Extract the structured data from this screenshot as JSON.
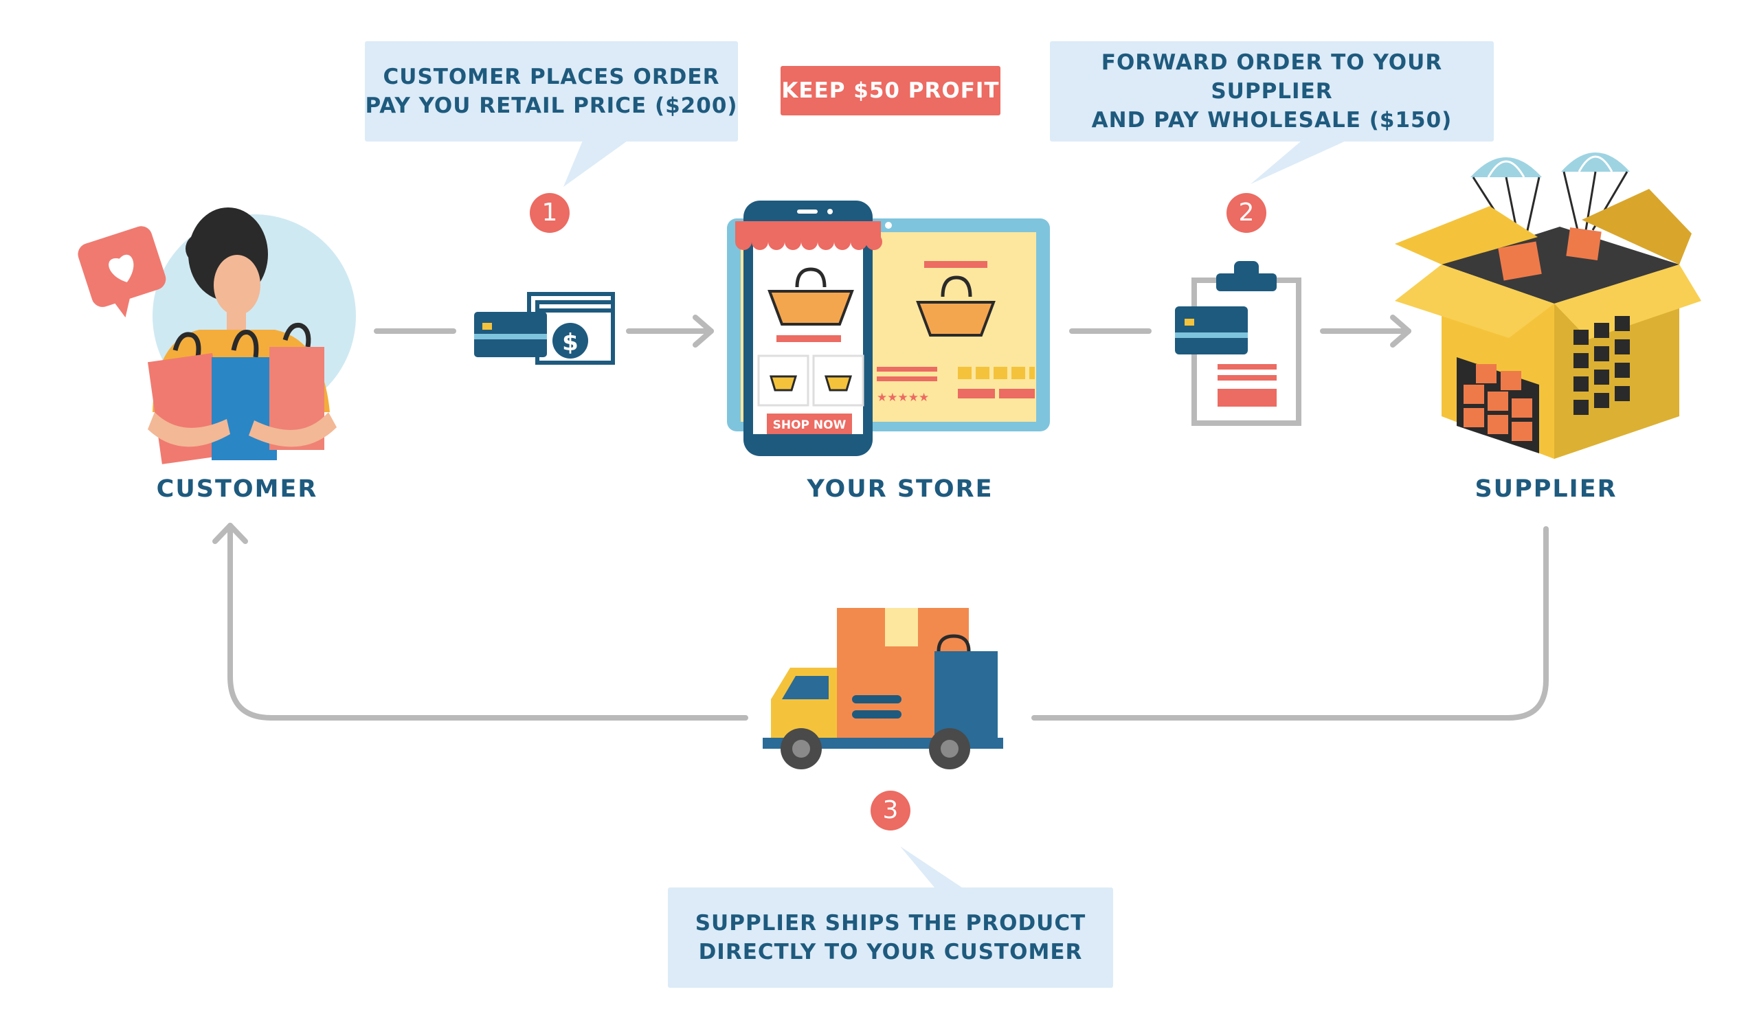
{
  "callouts": {
    "step1": {
      "line1": "CUSTOMER PLACES ORDER",
      "line2": "PAY YOU RETAIL PRICE ($200)"
    },
    "step2": {
      "line1": "FORWARD ORDER TO YOUR SUPPLIER",
      "line2": "AND PAY WHOLESALE ($150)"
    },
    "step3": {
      "line1": "SUPPLIER SHIPS THE PRODUCT",
      "line2": "DIRECTLY TO YOUR CUSTOMER"
    }
  },
  "profit_label": "KEEP $50 PROFIT",
  "steps": {
    "one": "1",
    "two": "2",
    "three": "3"
  },
  "nodes": {
    "customer": "CUSTOMER",
    "store": "YOUR STORE",
    "supplier": "SUPPLIER"
  },
  "store_screen": {
    "shop_now": "SHOP NOW",
    "rating": "★★★★★"
  },
  "icons": {
    "customer": "woman-with-shopping-bags-icon",
    "heart": "heart-speech-bubble-icon",
    "payment": "credit-card-and-cash-icon",
    "store": "online-store-phone-and-tablet-icon",
    "order": "clipboard-with-card-icon",
    "supplier": "warehouse-box-with-parachutes-icon",
    "truck": "delivery-truck-icon"
  },
  "colors": {
    "text": "#1e5a7e",
    "callout_bg": "#dcebf7",
    "accent": "#ec6b62",
    "arrow": "#b9b9b9"
  }
}
